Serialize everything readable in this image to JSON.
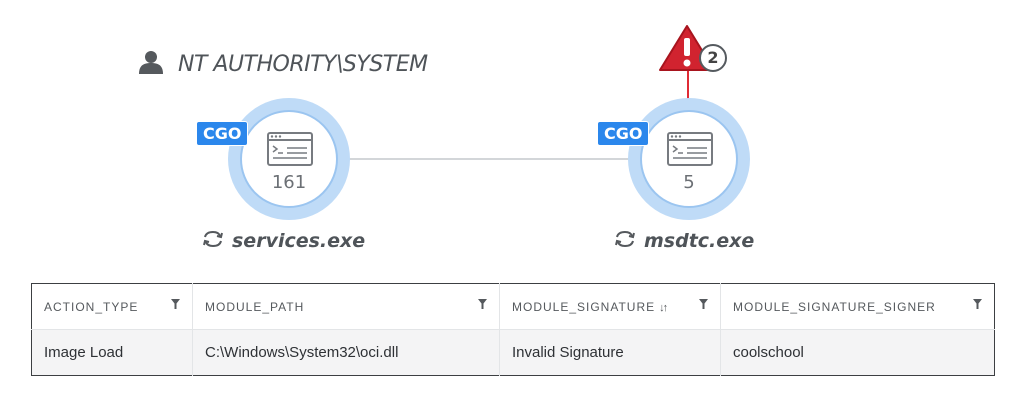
{
  "graph": {
    "user": {
      "label": "NT AUTHORITY\\SYSTEM",
      "icon": "user-icon"
    },
    "alert": {
      "count": "2",
      "icon": "alert-triangle-icon",
      "color": "#d1232f"
    },
    "nodes": [
      {
        "badge": "CGO",
        "count": "161",
        "label": "services.exe",
        "icon": "process-window-icon",
        "label_icon": "process-refresh-icon"
      },
      {
        "badge": "CGO",
        "count": "5",
        "label": "msdtc.exe",
        "icon": "process-window-icon",
        "label_icon": "process-refresh-icon"
      }
    ],
    "colors": {
      "badge": "#2b87ec",
      "node_ring": "#bfdbf7",
      "edge": "#d3d6d9"
    }
  },
  "table": {
    "columns": [
      {
        "label": "ACTION_TYPE"
      },
      {
        "label": "MODULE_PATH"
      },
      {
        "label": "MODULE_SIGNATURE",
        "sort": "↓↑"
      },
      {
        "label": "MODULE_SIGNATURE_SIGNER"
      }
    ],
    "rows": [
      [
        "Image Load",
        "C:\\Windows\\System32\\oci.dll",
        "Invalid Signature",
        "coolschool"
      ]
    ]
  }
}
